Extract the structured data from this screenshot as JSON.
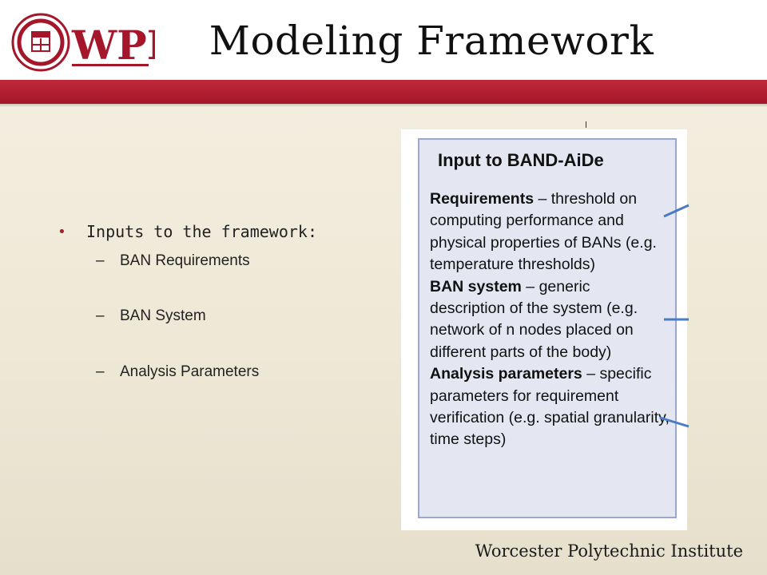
{
  "header": {
    "logo_text": "WPI",
    "title": "Modeling Framework"
  },
  "bullets": {
    "main": "Inputs to the framework:",
    "items": [
      {
        "dash": "–",
        "label": "BAN Requirements"
      },
      {
        "dash": "–",
        "label": "BAN System"
      },
      {
        "dash": "–",
        "label": "Analysis Parameters"
      }
    ]
  },
  "figure": {
    "box_title": "Input to BAND-AiDe",
    "sections": [
      {
        "heading": "Requirements",
        "text": " – threshold on computing  performance and physical properties of BANs (e.g. temperature thresholds)"
      },
      {
        "heading": "BAN system",
        "text": " – generic description of the system (e.g. network of n nodes placed on different parts of the body)"
      },
      {
        "heading": "Analysis parameters",
        "text": " – specific parameters for requirement verification (e.g. spatial granularity, time steps)"
      }
    ]
  },
  "footer": {
    "brand": "Worcester Polytechnic Institute"
  },
  "colors": {
    "accent_red": "#a5162a",
    "box_fill": "#e4e7f2",
    "box_border": "#9aa6d4",
    "connector": "#4a7bc4"
  }
}
